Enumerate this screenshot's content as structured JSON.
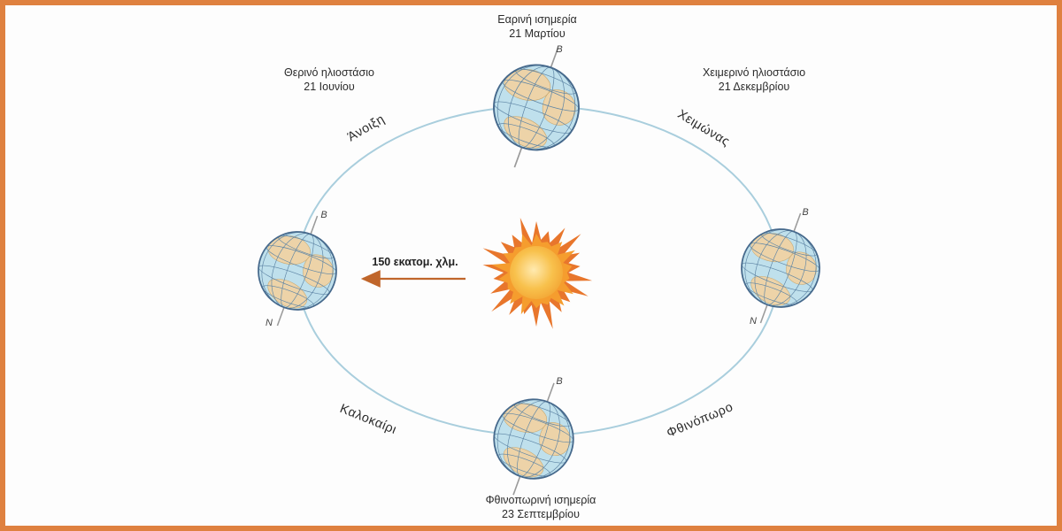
{
  "diagram": {
    "equinox_top": {
      "title": "Εαρινή ισημερία",
      "date": "21 Μαρτίου"
    },
    "solstice_left": {
      "title": "Θερινό ηλιοστάσιο",
      "date": "21 Ιουνίου"
    },
    "solstice_right": {
      "title": "Χειμερινό ηλιοστάσιο",
      "date": "21 Δεκεμβρίου"
    },
    "equinox_bottom": {
      "title": "Φθινοπωρινή ισημερία",
      "date": "23 Σεπτεμβρίου"
    },
    "seasons": {
      "spring": "Άνοιξη",
      "winter": "Χειμώνας",
      "summer": "Καλοκαίρι",
      "autumn": "Φθινόπωρο"
    },
    "distance_label": "150 εκατομ. χλμ.",
    "poles": {
      "north": "B",
      "south": "N"
    },
    "colors": {
      "border": "#df8140",
      "orbit": "#a9cedd",
      "sun_outer": "#e8762c",
      "sun_mid": "#f59d2e",
      "earth_water": "#bfe0ec",
      "earth_land": "#edd3a8",
      "arrow": "#c0662b"
    }
  }
}
